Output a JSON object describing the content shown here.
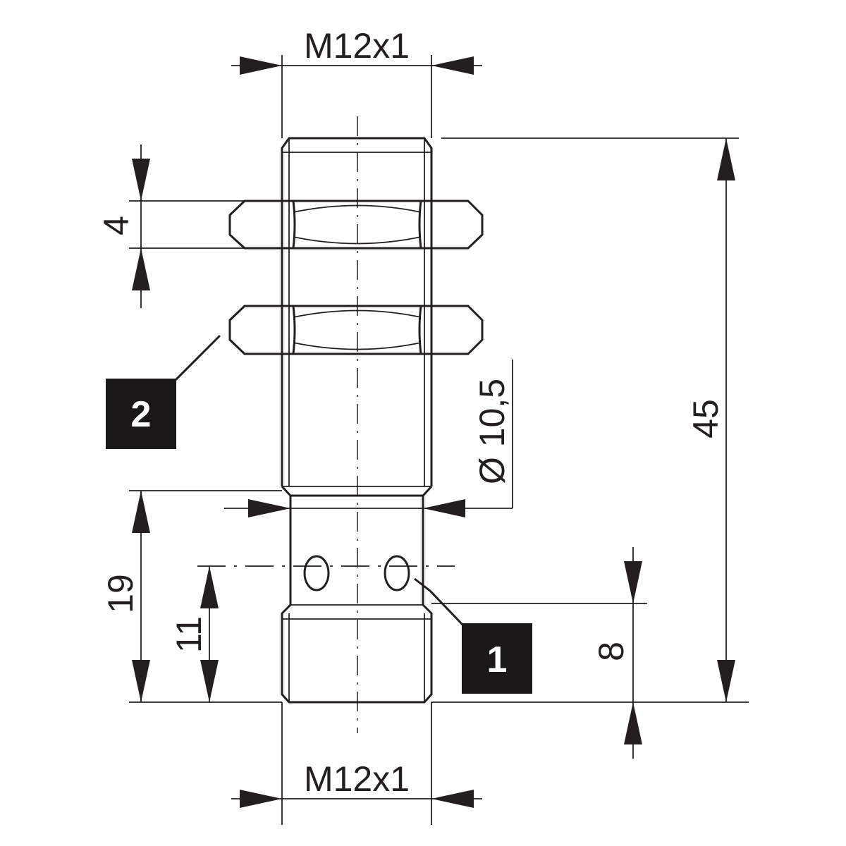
{
  "drawing": {
    "line_color": "#231f20",
    "background": "#ffffff",
    "dimensions": {
      "top_thread": "M12x1",
      "bottom_thread": "M12x1",
      "nut_height": "4",
      "total_length": "45",
      "body_diameter": "Ø 10,5",
      "lower_length": "19",
      "hole_height": "11",
      "end_thread_length": "8"
    },
    "callouts": [
      {
        "label": "1"
      },
      {
        "label": "2"
      }
    ]
  }
}
